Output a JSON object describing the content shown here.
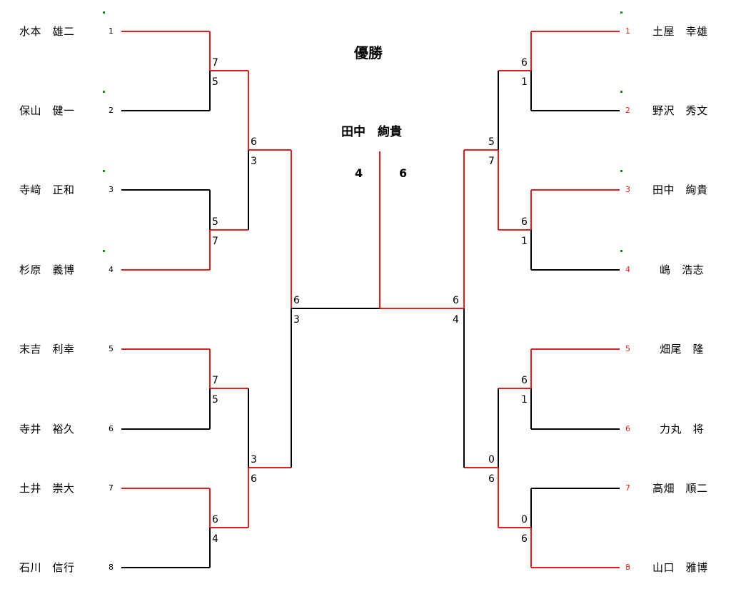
{
  "champion": {
    "title": "優勝",
    "name": "田中　絢貴",
    "final_scores": [
      "4",
      "6"
    ]
  },
  "colors": {
    "winner_line": "#e02020",
    "loser_line": "#000000",
    "winner_seed_text": "#e02020",
    "tick_mark": "#1a8a1a"
  },
  "left": {
    "players": [
      {
        "name": "水本　雄二",
        "seed": "1"
      },
      {
        "name": "保山　健一",
        "seed": "2"
      },
      {
        "name": "寺﨑　正和",
        "seed": "3"
      },
      {
        "name": "杉原　義博",
        "seed": "4"
      },
      {
        "name": "末吉　利幸",
        "seed": "5"
      },
      {
        "name": "寺井　裕久",
        "seed": "6"
      },
      {
        "name": "土井　崇大",
        "seed": "7"
      },
      {
        "name": "石川　信行",
        "seed": "8"
      }
    ],
    "round1_scores": [
      [
        "7",
        "5"
      ],
      [
        "5",
        "7"
      ],
      [
        "7",
        "5"
      ],
      [
        "6",
        "4"
      ]
    ],
    "round2_scores": [
      [
        "6",
        "3"
      ],
      [
        "3",
        "6"
      ]
    ],
    "semifinal_scores": [
      "6",
      "3"
    ]
  },
  "right": {
    "players": [
      {
        "name": "土屋　幸雄",
        "seed": "1"
      },
      {
        "name": "野沢　秀文",
        "seed": "2"
      },
      {
        "name": "田中　絢貴",
        "seed": "3"
      },
      {
        "name": "嶋　浩志",
        "seed": "4"
      },
      {
        "name": "畑尾　隆",
        "seed": "5"
      },
      {
        "name": "力丸　将",
        "seed": "6"
      },
      {
        "name": "高畑　順二",
        "seed": "7"
      },
      {
        "name": "山口　雅博",
        "seed": "8"
      }
    ],
    "round1_scores": [
      [
        "6",
        "1"
      ],
      [
        "6",
        "1"
      ],
      [
        "6",
        "1"
      ],
      [
        "0",
        "6"
      ]
    ],
    "round2_scores": [
      [
        "5",
        "7"
      ],
      [
        "0",
        "6"
      ]
    ],
    "semifinal_scores": [
      "6",
      "4"
    ]
  }
}
